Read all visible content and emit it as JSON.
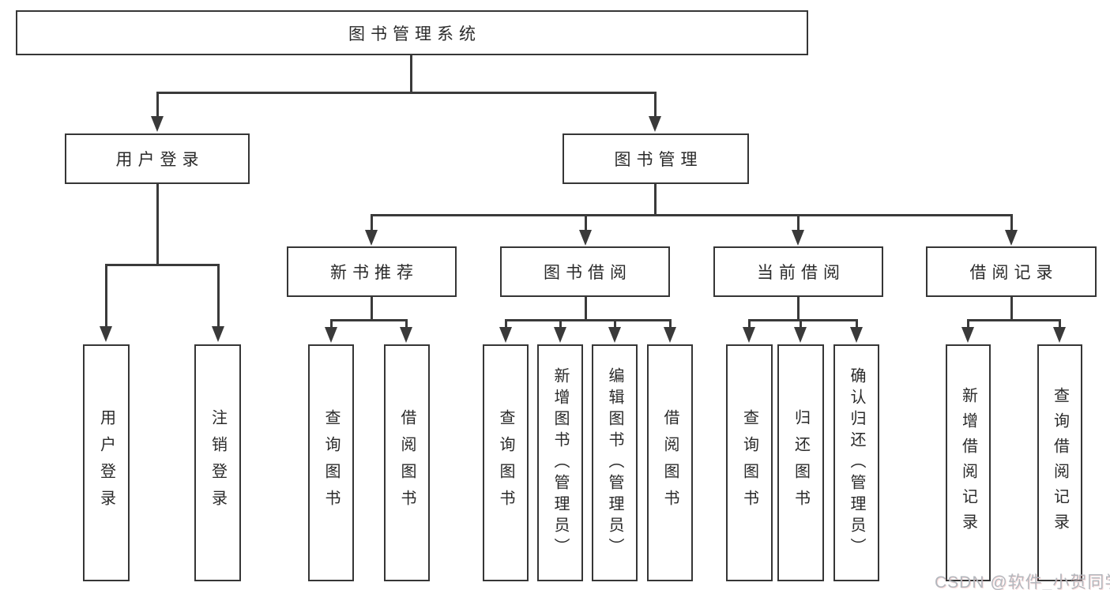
{
  "diagram": {
    "root": "图书管理系统",
    "level2": [
      "用户登录",
      "图书管理"
    ],
    "level3": [
      "新书推荐",
      "图书借阅",
      "当前借阅",
      "借阅记录"
    ],
    "leaves_user_login": [
      "用户登录",
      "注销登录"
    ],
    "leaves_new_books": [
      "查询图书",
      "借阅图书"
    ],
    "leaves_book_borrow": [
      "查询图书",
      "新增图书（管理员）",
      "编辑图书（管理员）",
      "借阅图书"
    ],
    "leaves_current_borrow": [
      "查询图书",
      "归还图书",
      "确认归还（管理员）"
    ],
    "leaves_borrow_records": [
      "新增借阅记录",
      "查询借阅记录"
    ]
  },
  "watermark": {
    "text": "CSDN @软件_小贺同学"
  },
  "colors": {
    "line": "#3a3a3a",
    "box_border": "#363636",
    "text": "#2a2a2a",
    "watermark": "#b3b7bd",
    "background": "#ffffff"
  }
}
